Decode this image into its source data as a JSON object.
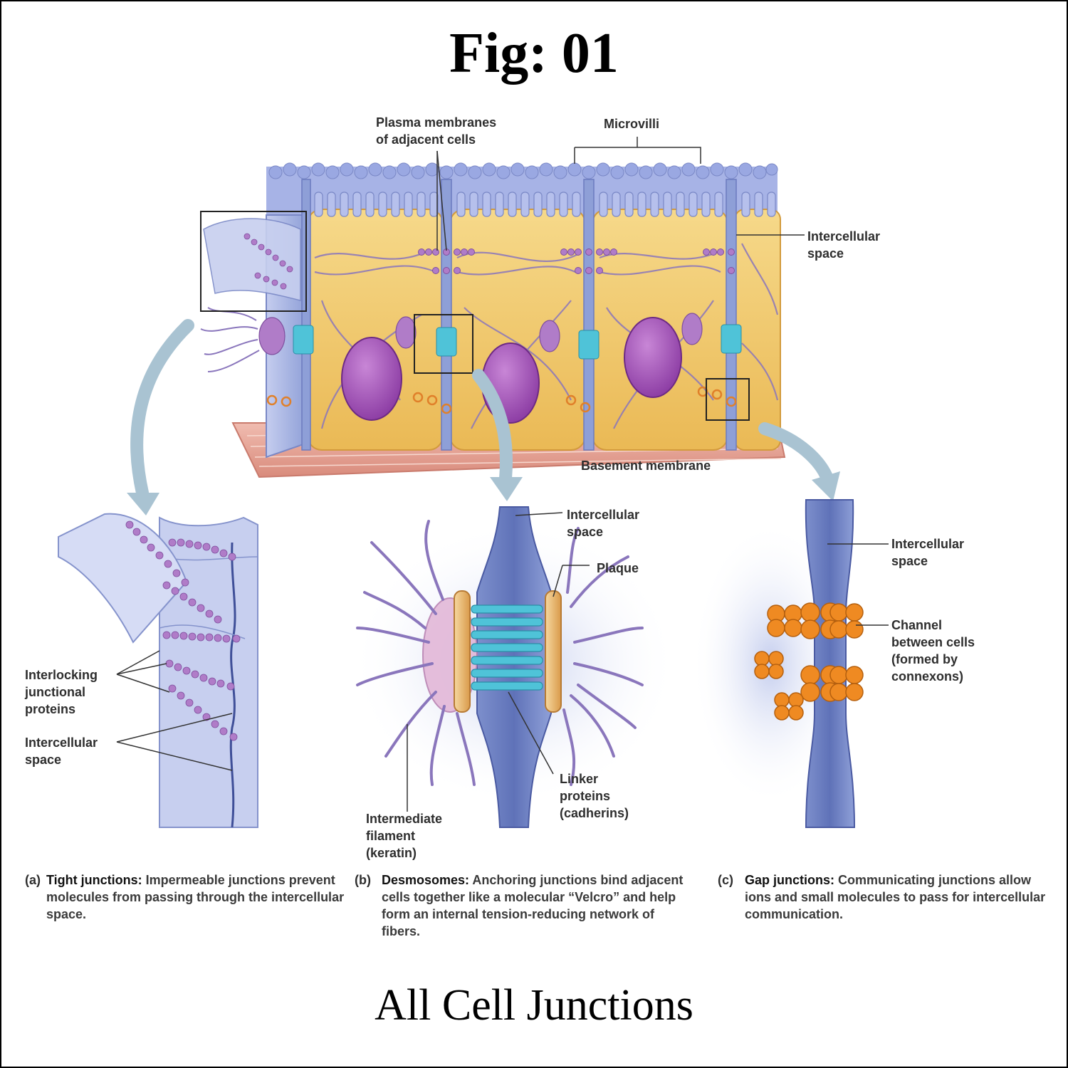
{
  "figure": {
    "title": "Fig: 01",
    "caption": "All Cell Junctions"
  },
  "labels": {
    "plasma_membranes": "Plasma membranes\nof adjacent cells",
    "microvilli": "Microvilli",
    "intercellular_space_top": "Intercellular\nspace",
    "basement_membrane": "Basement membrane",
    "interlocking_proteins": "Interlocking\njunctional\nproteins",
    "intercellular_space_a": "Intercellular\nspace",
    "intercellular_space_b": "Intercellular\nspace",
    "plaque": "Plaque",
    "linker_proteins": "Linker\nproteins\n(cadherins)",
    "intermediate_filament": "Intermediate\nfilament\n(keratin)",
    "intercellular_space_c": "Intercellular\nspace",
    "channel_between_cells": "Channel\nbetween cells\n(formed by\nconnexons)"
  },
  "captions": {
    "a": {
      "prefix": "(a)",
      "title": "Tight junctions:",
      "text": " Impermeable junctions prevent molecules from passing through the intercellular space."
    },
    "b": {
      "prefix": "(b)",
      "title": "Desmosomes:",
      "text": " Anchoring junctions bind adjacent cells together like a molecular “Velcro” and help form an internal tension-reducing network of fibers."
    },
    "c": {
      "prefix": "(c)",
      "title": "Gap junctions:",
      "text": " Communicating junctions allow ions and small molecules to pass for intercellular communication."
    }
  },
  "colors": {
    "cytoplasm": "#f2c96a",
    "membrane": "#8f9fd6",
    "nucleus": "#9b4fb0",
    "filament": "#8a76bc",
    "cadherin": "#4fc3d8",
    "plaque": "#e9b46a",
    "connexon": "#ef8a22",
    "basement": "#e9a89b",
    "arrow": "#a9c3d2"
  }
}
